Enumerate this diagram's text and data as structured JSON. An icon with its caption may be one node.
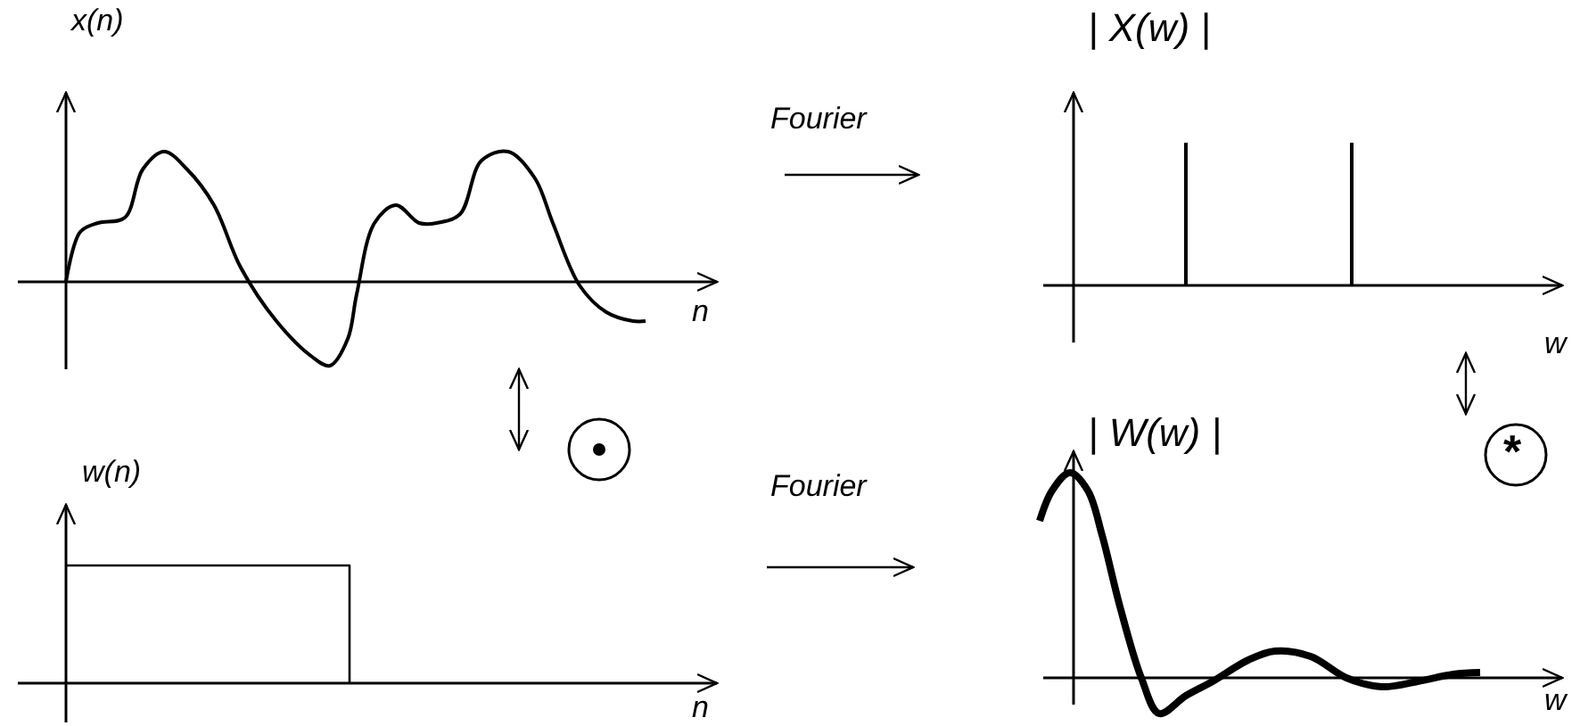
{
  "diagram": {
    "nodes": [
      {
        "text": [
          "x(n)",
          "n"
        ]
      },
      {
        "text": [
          "| X(w) |",
          "w"
        ]
      },
      {
        "text": [
          "w(n)",
          "n"
        ]
      },
      {
        "text": [
          "| W(w) |",
          "w"
        ]
      }
    ],
    "edges": [
      {
        "from": 0,
        "to": 1,
        "arrow": "to",
        "label": "Fourier"
      },
      {
        "from": 2,
        "to": 3,
        "arrow": "to",
        "label": "Fourier"
      },
      {
        "from": 0,
        "to": 2,
        "arrow": "both"
      },
      {
        "from": 1,
        "to": 3,
        "arrow": "both"
      }
    ],
    "labels": [
      "*"
    ]
  }
}
